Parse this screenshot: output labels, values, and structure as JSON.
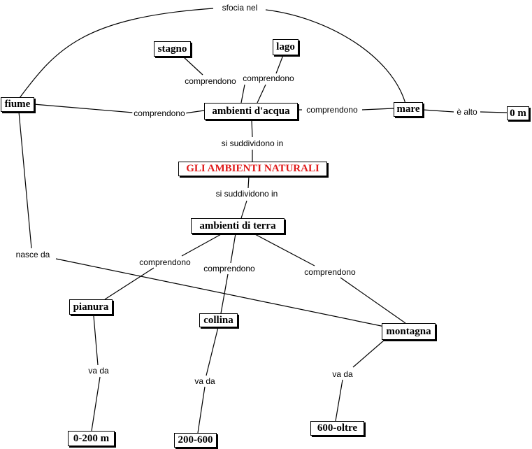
{
  "nodes": {
    "stagno": "stagno",
    "lago": "lago",
    "fiume": "fiume",
    "ambienti_acqua": "ambienti d'acqua",
    "mare": "mare",
    "zero_m": "0 m",
    "root": "GLI AMBIENTI NATURALI",
    "ambienti_terra": "ambienti di terra",
    "pianura": "pianura",
    "collina": "collina",
    "montagna": "montagna",
    "r_0_200": "0-200 m",
    "r_200_600": "200-600",
    "r_600_oltre": "600-oltre"
  },
  "links": {
    "sfocia_nel": "sfocia nel",
    "comp_stagno": "comprendono",
    "comp_lago": "comprendono",
    "comp_fiume": "comprendono",
    "comp_mare": "comprendono",
    "e_alto": "è alto",
    "suddividono_1": "si suddividono in",
    "suddividono_2": "si suddividono in",
    "nasce_da": "nasce da",
    "comp_pianura": "comprendono",
    "comp_collina": "comprendono",
    "comp_montagna": "comprendono",
    "va_da_1": "va da",
    "va_da_2": "va da",
    "va_da_3": "va da"
  },
  "colors": {
    "root_text": "#e01b1b",
    "line": "#000000"
  }
}
